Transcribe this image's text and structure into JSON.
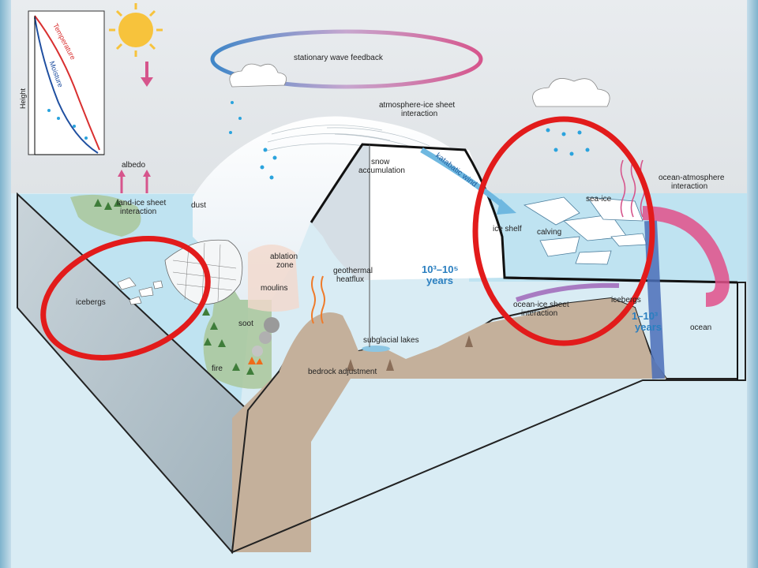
{
  "inset": {
    "height_label": "Height",
    "temperature_label": "Temperature",
    "moisture_label": "Moisture"
  },
  "labels": {
    "stationary_wave_feedback": "stationary wave feedback",
    "atmosphere_ice_sheet_interaction_line1": "atmosphere-ice sheet",
    "atmosphere_ice_sheet_interaction_line2": "interaction",
    "albedo": "albedo",
    "land_ice_sheet_interaction_line1": "land-ice sheet",
    "land_ice_sheet_interaction_line2": "interaction",
    "dust": "dust",
    "snow_accumulation_line1": "snow",
    "snow_accumulation_line2": "accumulation",
    "katabatic_wind": "katabatic wind",
    "sea_ice": "sea-ice",
    "ocean_atmosphere_interaction_line1": "ocean-atmosphere",
    "ocean_atmosphere_interaction_line2": "interaction",
    "ice_shelf": "ice shelf",
    "calving": "calving",
    "ablation_zone_line1": "ablation",
    "ablation_zone_line2": "zone",
    "moulins": "moulins",
    "geothermal_heatflux_line1": "geothermal",
    "geothermal_heatflux_line2": "heatflux",
    "timescale_long_line1": "10³–10⁵",
    "timescale_long_line2": "years",
    "icebergs_left": "icebergs",
    "icebergs_right": "icebergs",
    "soot": "soot",
    "fire": "fire",
    "subglacial_lakes": "subglacial lakes",
    "bedrock_adjustment": "bedrock adjustment",
    "ocean_ice_sheet_interaction_line1": "ocean-ice sheet",
    "ocean_ice_sheet_interaction_line2": "interaction",
    "timescale_short_line1": "1–10³",
    "timescale_short_line2": "years",
    "ocean": "ocean"
  },
  "colors": {
    "highlight_circle": "#e21b1b",
    "ocean_water": "#bfe3f1",
    "land_green": "#a9c79a",
    "bedrock": "#c4b09b",
    "warm_current": "#e0508a",
    "cold_current": "#4a6fb8",
    "geothermal": "#ef7b2a"
  }
}
